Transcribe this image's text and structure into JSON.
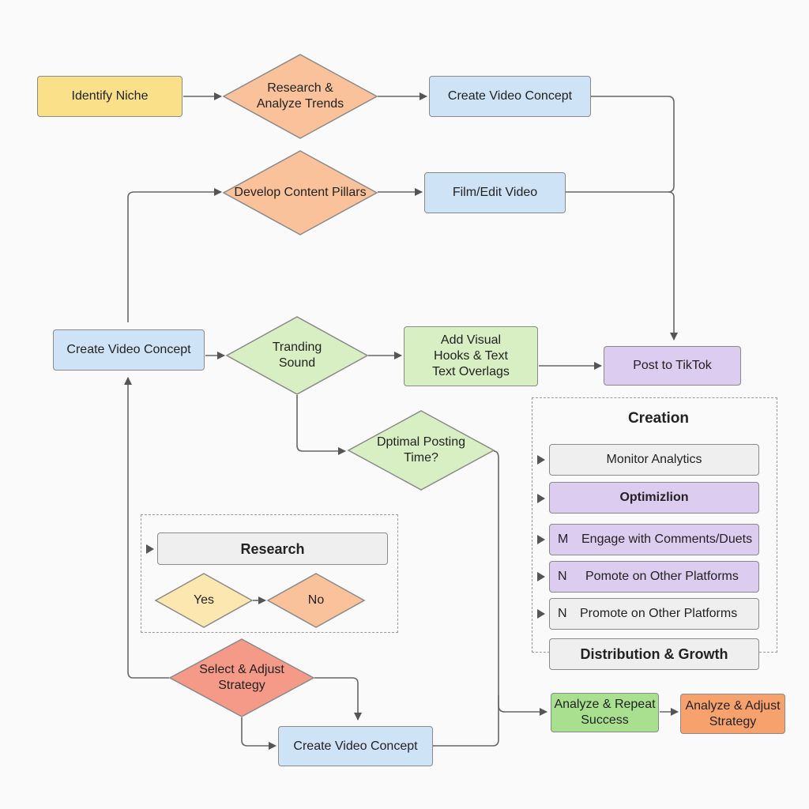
{
  "colors": {
    "yellow": "#fbe08a",
    "orange": "#f9c29a",
    "blue": "#cfe3f6",
    "green": "#d7efc2",
    "purple": "#dcccf0",
    "grey": "#efefef",
    "red": "#f59a88",
    "light_yellow": "#fde7b0",
    "bright_green": "#a9e08f",
    "dark_orange": "#f7a26c"
  },
  "nodes": {
    "identify_niche": "Identify Niche",
    "research_trends": "Research &\nAnalyze Trends",
    "create_concept_1": "Create Video Concept",
    "content_pillars": "Develop Content Pillars",
    "film_edit": "Film/Edit Video",
    "create_concept_2": "Create Video Concept",
    "trending_sound": "Tranding\nSound",
    "add_visual": "Add Visual\nHooks & Text\nText Overlags",
    "post_tiktok": "Post to TikTok",
    "optimal_time": "Dptimal Posting\nTime?",
    "select_adjust": "Select & Adjust\nStrategy",
    "create_concept_3": "Create Video Concept",
    "analyze_repeat": "Analyze & Repeat\nSuccess",
    "analyze_adjust": "Analyze & Adjust\nStrategy"
  },
  "research_panel": {
    "title": "Research",
    "yes": "Yes",
    "no": "No"
  },
  "creation_panel": {
    "title": "Creation",
    "items": [
      {
        "prefix": "",
        "label": "Monitor Analytics"
      },
      {
        "prefix": "",
        "label": "Optimizlion"
      },
      {
        "prefix": "M",
        "label": "Engage with Comments/Duets"
      },
      {
        "prefix": "N",
        "label": "Pomote on Other Platforms"
      },
      {
        "prefix": "N",
        "label": "Promote on Other Platforms"
      }
    ],
    "footer": "Distribution & Growth"
  }
}
